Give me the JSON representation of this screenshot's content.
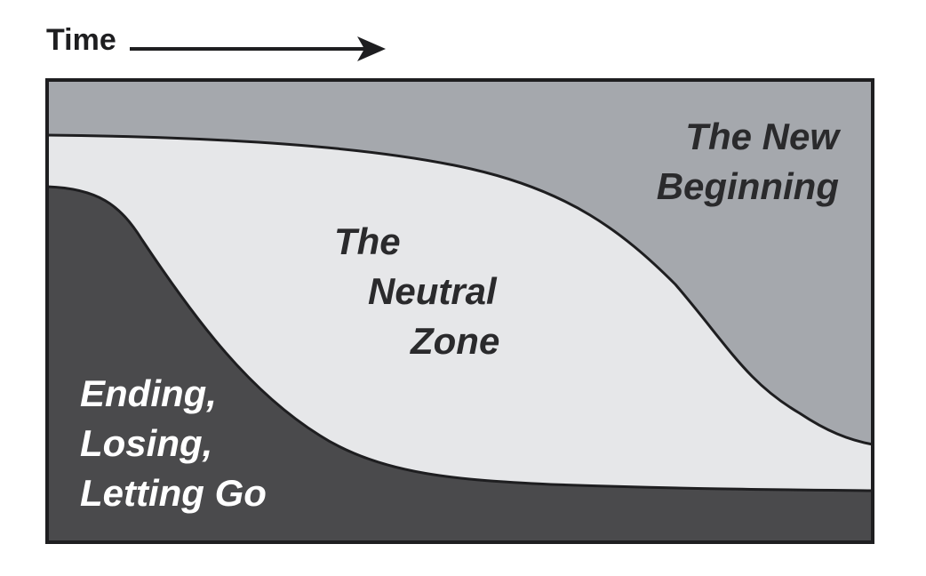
{
  "time_axis": {
    "label": "Time"
  },
  "zones": {
    "new_beginning": {
      "lines": [
        "The New",
        "Beginning"
      ],
      "color": "#a5a8ad"
    },
    "neutral_zone": {
      "lines": [
        "The",
        "Neutral",
        "Zone"
      ],
      "color": "#e6e7e9"
    },
    "ending": {
      "lines": [
        "Ending,",
        "Losing,",
        "Letting Go"
      ],
      "color": "#4a4a4c"
    }
  },
  "colors": {
    "outline": "#1e1e20",
    "text_dark": "#2a2a2c",
    "text_light": "#ffffff"
  }
}
